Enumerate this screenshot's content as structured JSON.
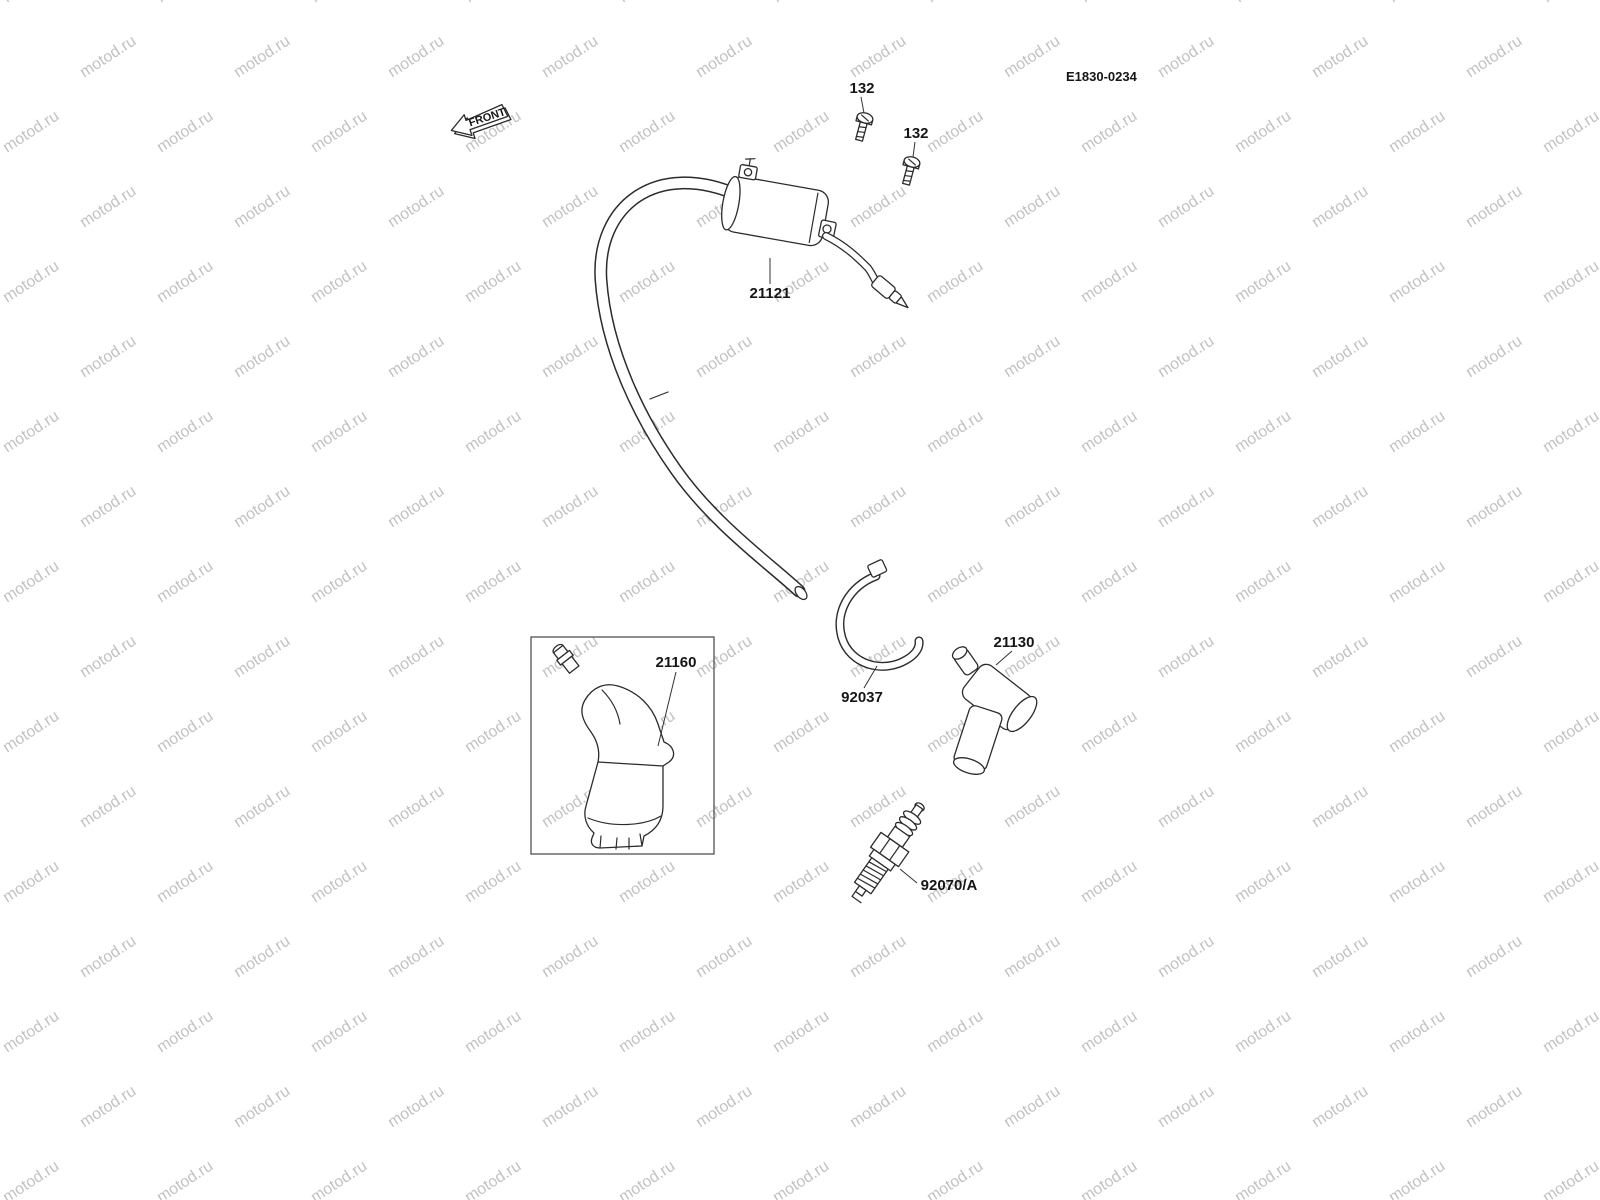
{
  "watermark": {
    "text": "motod.ru"
  },
  "header": {
    "code": "E1830-0234"
  },
  "front_arrow": {
    "label": "FRONT"
  },
  "parts": {
    "screw_upper": {
      "label": "132"
    },
    "screw_lower": {
      "label": "132"
    },
    "ignition_coil": {
      "label": "21121"
    },
    "plug_cap_boxed": {
      "label": "21160"
    },
    "clamp": {
      "label": "92037"
    },
    "plug_cap": {
      "label": "21130"
    },
    "spark_plug": {
      "label": "92070/A"
    }
  }
}
